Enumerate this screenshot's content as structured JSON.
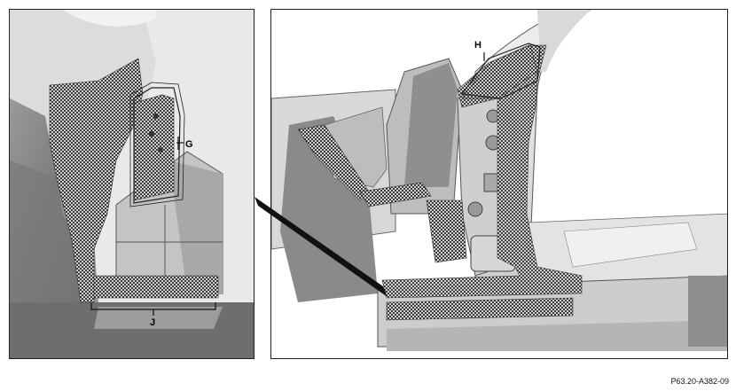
{
  "figure_ref": "P63.20-A382-09",
  "callouts": {
    "g": "G",
    "h": "H",
    "j": "J"
  },
  "colors": {
    "body_light": "#e6e6e6",
    "body_mid": "#c8c8c8",
    "body_dark": "#8f8f8f",
    "hatch": "#1a1a1a",
    "line": "#222222"
  }
}
